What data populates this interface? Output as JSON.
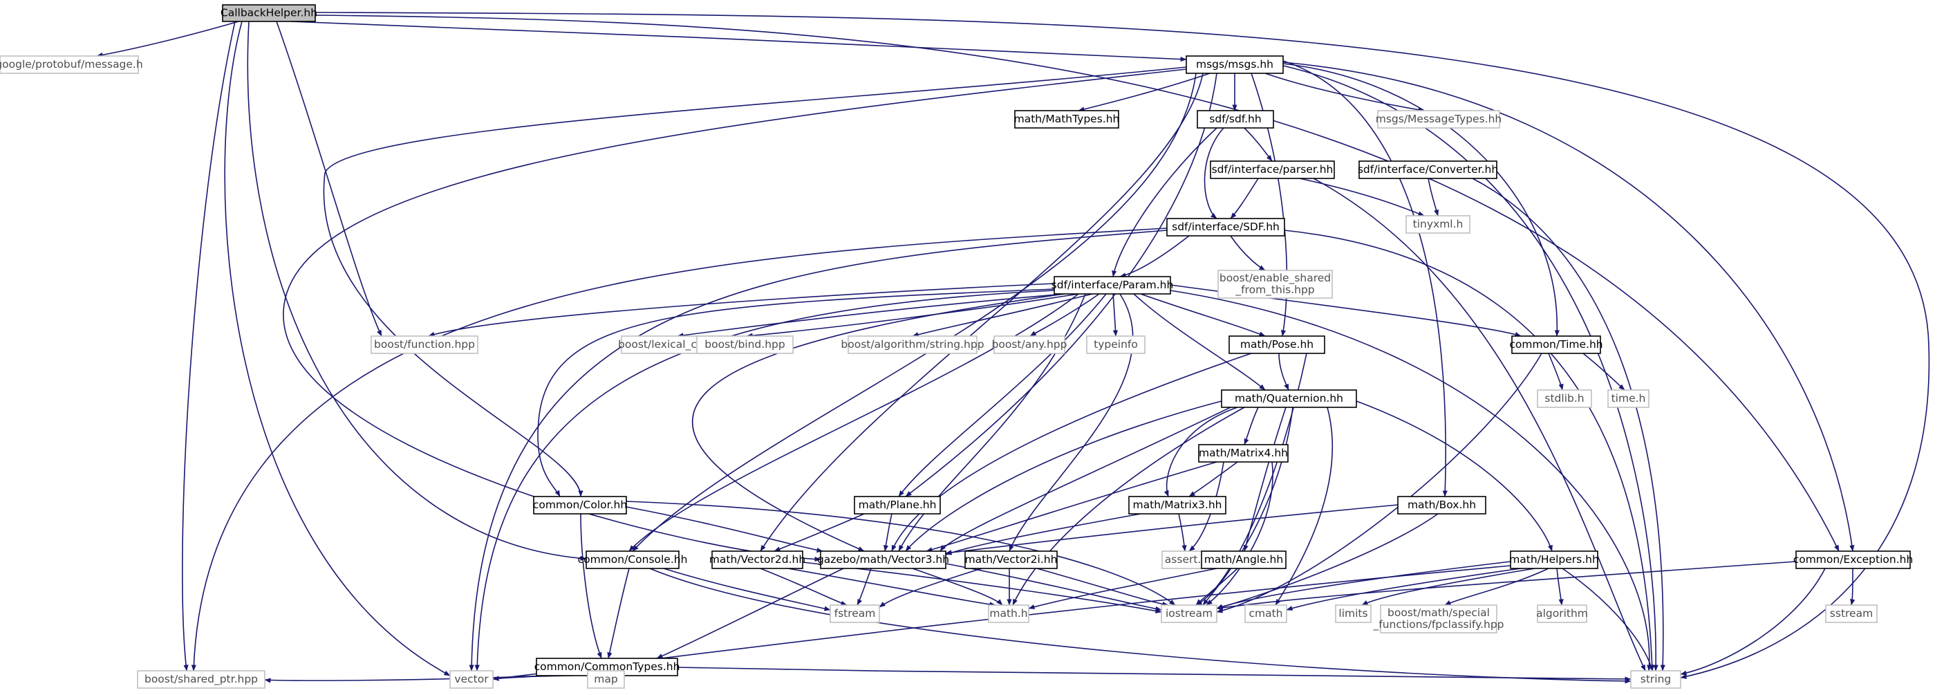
{
  "colors": {
    "edge": "#191970",
    "project_border": "#000000",
    "system_border": "#bfbfbf",
    "root_fill": "#bfbfbf"
  },
  "nodes": [
    {
      "id": "root",
      "lines": [
        "CallbackHelper.hh"
      ],
      "kind": "root"
    },
    {
      "id": "protobuf",
      "lines": [
        "google/protobuf/message.h"
      ],
      "kind": "sys"
    },
    {
      "id": "msgs",
      "lines": [
        "msgs/msgs.hh"
      ],
      "kind": "proj"
    },
    {
      "id": "mathtypes",
      "lines": [
        "math/MathTypes.hh"
      ],
      "kind": "proj"
    },
    {
      "id": "sdf",
      "lines": [
        "sdf/sdf.hh"
      ],
      "kind": "proj"
    },
    {
      "id": "msgtypes",
      "lines": [
        "msgs/MessageTypes.hh"
      ],
      "kind": "sys"
    },
    {
      "id": "parser",
      "lines": [
        "sdf/interface/parser.hh"
      ],
      "kind": "proj"
    },
    {
      "id": "converter",
      "lines": [
        "sdf/interface/Converter.hh"
      ],
      "kind": "proj"
    },
    {
      "id": "tinyxml",
      "lines": [
        "tinyxml.h"
      ],
      "kind": "sys"
    },
    {
      "id": "sdfhh",
      "lines": [
        "sdf/interface/SDF.hh"
      ],
      "kind": "proj"
    },
    {
      "id": "enable_shared",
      "lines": [
        "boost/enable_shared",
        "_from_this.hpp"
      ],
      "kind": "sys"
    },
    {
      "id": "param",
      "lines": [
        "sdf/interface/Param.hh"
      ],
      "kind": "proj"
    },
    {
      "id": "function",
      "lines": [
        "boost/function.hpp"
      ],
      "kind": "sys"
    },
    {
      "id": "lexical",
      "lines": [
        "boost/lexical_cast.hpp"
      ],
      "kind": "sys"
    },
    {
      "id": "bind",
      "lines": [
        "boost/bind.hpp"
      ],
      "kind": "sys"
    },
    {
      "id": "algostring",
      "lines": [
        "boost/algorithm/string.hpp"
      ],
      "kind": "sys"
    },
    {
      "id": "any",
      "lines": [
        "boost/any.hpp"
      ],
      "kind": "sys"
    },
    {
      "id": "typeinfo",
      "lines": [
        "typeinfo"
      ],
      "kind": "sys"
    },
    {
      "id": "pose",
      "lines": [
        "math/Pose.hh"
      ],
      "kind": "proj"
    },
    {
      "id": "time",
      "lines": [
        "common/Time.hh"
      ],
      "kind": "proj"
    },
    {
      "id": "stdlib",
      "lines": [
        "stdlib.h"
      ],
      "kind": "sys"
    },
    {
      "id": "timeh",
      "lines": [
        "time.h"
      ],
      "kind": "sys"
    },
    {
      "id": "quat",
      "lines": [
        "math/Quaternion.hh"
      ],
      "kind": "proj"
    },
    {
      "id": "matrix4",
      "lines": [
        "math/Matrix4.hh"
      ],
      "kind": "proj"
    },
    {
      "id": "color",
      "lines": [
        "common/Color.hh"
      ],
      "kind": "proj"
    },
    {
      "id": "plane",
      "lines": [
        "math/Plane.hh"
      ],
      "kind": "proj"
    },
    {
      "id": "matrix3",
      "lines": [
        "math/Matrix3.hh"
      ],
      "kind": "proj"
    },
    {
      "id": "box",
      "lines": [
        "math/Box.hh"
      ],
      "kind": "proj"
    },
    {
      "id": "assert",
      "lines": [
        "assert.h"
      ],
      "kind": "sys"
    },
    {
      "id": "console",
      "lines": [
        "common/Console.hh"
      ],
      "kind": "proj"
    },
    {
      "id": "vec2d",
      "lines": [
        "math/Vector2d.hh"
      ],
      "kind": "proj"
    },
    {
      "id": "vec3",
      "lines": [
        "gazebo/math/Vector3.hh"
      ],
      "kind": "proj"
    },
    {
      "id": "vec2i",
      "lines": [
        "math/Vector2i.hh"
      ],
      "kind": "proj"
    },
    {
      "id": "angle",
      "lines": [
        "math/Angle.hh"
      ],
      "kind": "proj"
    },
    {
      "id": "helpers",
      "lines": [
        "math/Helpers.hh"
      ],
      "kind": "proj"
    },
    {
      "id": "exception",
      "lines": [
        "common/Exception.hh"
      ],
      "kind": "proj"
    },
    {
      "id": "fstream",
      "lines": [
        "fstream"
      ],
      "kind": "sys"
    },
    {
      "id": "mathh",
      "lines": [
        "math.h"
      ],
      "kind": "sys"
    },
    {
      "id": "iostream",
      "lines": [
        "iostream"
      ],
      "kind": "sys"
    },
    {
      "id": "cmath",
      "lines": [
        "cmath"
      ],
      "kind": "sys"
    },
    {
      "id": "limits",
      "lines": [
        "limits"
      ],
      "kind": "sys"
    },
    {
      "id": "fpclassify",
      "lines": [
        "boost/math/special",
        "_functions/fpclassify.hpp"
      ],
      "kind": "sys"
    },
    {
      "id": "algorithm",
      "lines": [
        "algorithm"
      ],
      "kind": "sys"
    },
    {
      "id": "sstream",
      "lines": [
        "sstream"
      ],
      "kind": "sys"
    },
    {
      "id": "commontypes",
      "lines": [
        "common/CommonTypes.hh"
      ],
      "kind": "proj"
    },
    {
      "id": "sharedptr",
      "lines": [
        "boost/shared_ptr.hpp"
      ],
      "kind": "sys"
    },
    {
      "id": "vector",
      "lines": [
        "vector"
      ],
      "kind": "sys"
    },
    {
      "id": "map",
      "lines": [
        "map"
      ],
      "kind": "sys"
    },
    {
      "id": "string",
      "lines": [
        "string"
      ],
      "kind": "sys"
    }
  ]
}
